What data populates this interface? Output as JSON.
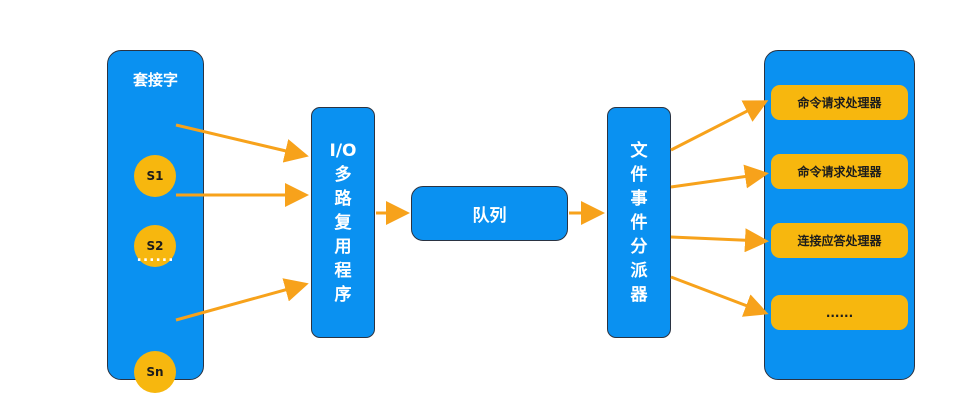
{
  "sockets": {
    "title": "套接字",
    "items": [
      {
        "label": "S1"
      },
      {
        "label": "S2"
      },
      {
        "label": "Sn"
      }
    ],
    "ellipsis": "......"
  },
  "io_multiplexer": {
    "chars": [
      "I/O",
      "多",
      "路",
      "复",
      "用",
      "程",
      "序"
    ]
  },
  "queue": {
    "label": "队列"
  },
  "dispatcher": {
    "chars": [
      "文",
      "件",
      "事",
      "件",
      "分",
      "派",
      "器"
    ]
  },
  "handlers": {
    "items": [
      {
        "label": "命令请求处理器"
      },
      {
        "label": "命令请求处理器"
      },
      {
        "label": "连接应答处理器"
      },
      {
        "label": "......"
      }
    ]
  },
  "colors": {
    "box_blue": "#0a91f1",
    "node_yellow": "#f7b70e",
    "arrow_orange": "#f7a21b",
    "border_dark": "#2a3342"
  }
}
